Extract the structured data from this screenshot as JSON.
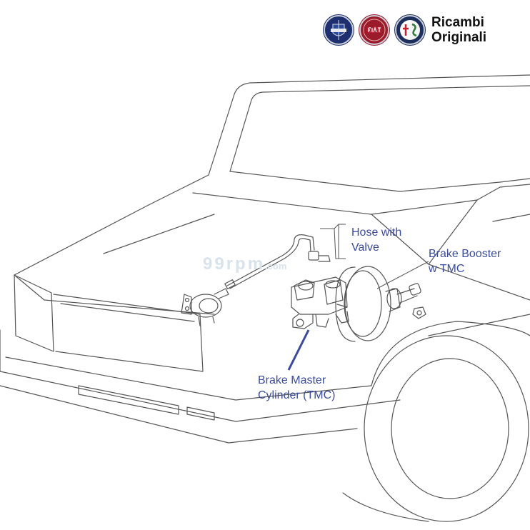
{
  "brand": {
    "text_line1": "Ricambi",
    "text_line2": "Originali",
    "logos": [
      {
        "icon": "lancia-logo-icon",
        "color": "#1d2f6e"
      },
      {
        "icon": "fiat-logo-icon",
        "color": "#9b1b2a"
      },
      {
        "icon": "alfa-romeo-logo-icon",
        "color": "#1c2e5c"
      }
    ]
  },
  "watermark": {
    "main": "99rpm",
    "suffix": ".com"
  },
  "labels": {
    "hose": {
      "line1": "Hose with",
      "line2": "Valve"
    },
    "booster": {
      "line1": "Brake Booster",
      "line2": "w TMC"
    },
    "master": {
      "line1": "Brake Master",
      "line2": "Cylinder (TMC)"
    }
  },
  "colors": {
    "label": "#3a4a9c",
    "line_art": "#555555",
    "watermark": "#d8e3ec"
  }
}
